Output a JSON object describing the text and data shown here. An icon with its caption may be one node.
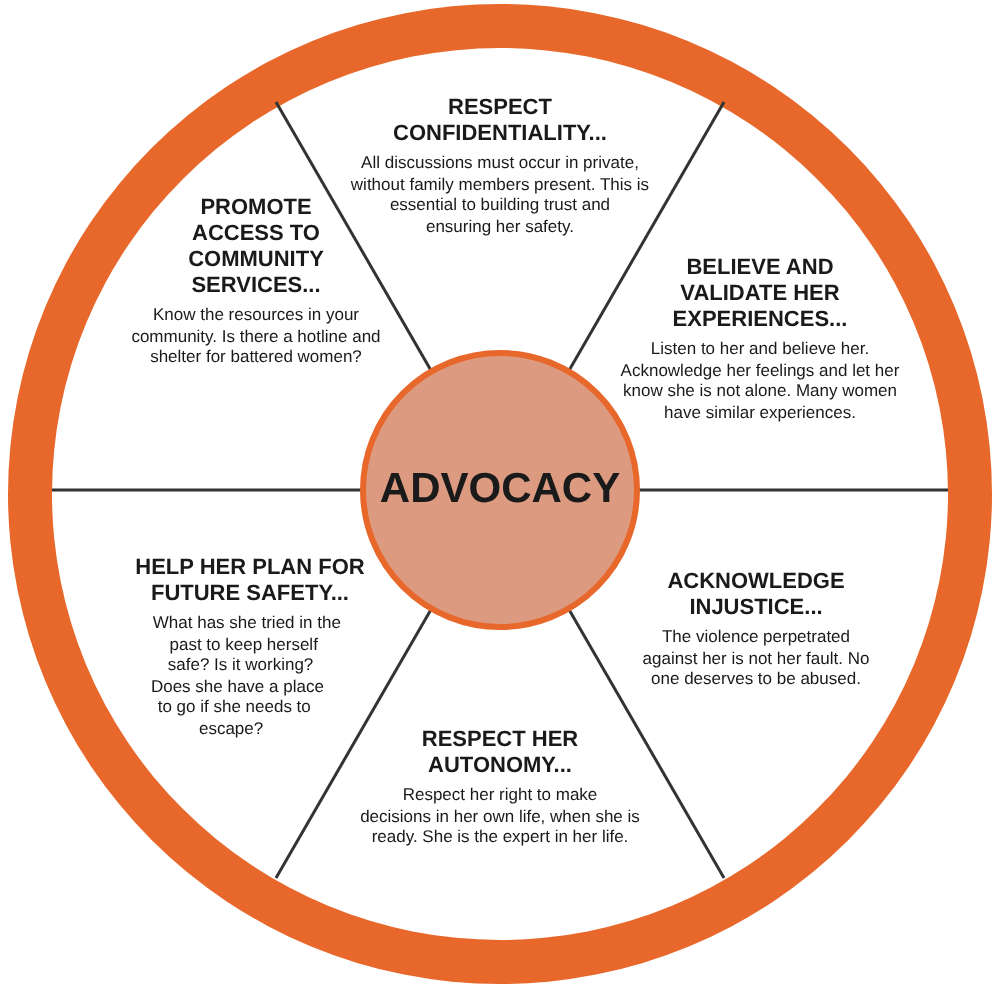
{
  "diagram": {
    "nodes": [
      {
        "text": [],
        "shape": "circle"
      },
      {
        "text": [
          "RESPECT CONFIDENTIALITY...",
          "All discussions must occur in private, without family members present. This is essential to building trust and ensuring her safety."
        ],
        "in": 0
      },
      {
        "text": [
          "PROMOTE ACCESS TO COMMUNITY SERVICES...",
          "Know the resources in your community. Is there a hotline and shelter for battered women?"
        ],
        "in": 0
      },
      {
        "text": [
          "BELIEVE AND VALIDATE HER EXPERIENCES...",
          "Listen to her and believe her. Acknowledge her feelings and let her know she is not alone. Many women have similar experiences."
        ],
        "in": 0
      },
      {
        "text": [
          "ADVOCACY"
        ],
        "in": 0
      },
      {
        "text": [
          "HELP HER PLAN FOR FUTURE SAFETY...",
          "What has she tried in the past to keep herself safe? Is it working? Does she have a place to go if she needs to escape?"
        ],
        "in": 0
      },
      {
        "text": [
          "ACKNOWLEDGE INJUSTICE...",
          "The violence perpetrated against her is not her fault. No one deserves to be abused."
        ],
        "in": 0
      },
      {
        "text": [
          "RESPECT HER AUTONOMY...",
          "Respect her right to make decisions in her own life, when she is ready. She is the expert in her life."
        ],
        "in": 0
      }
    ],
    "edges": []
  }
}
